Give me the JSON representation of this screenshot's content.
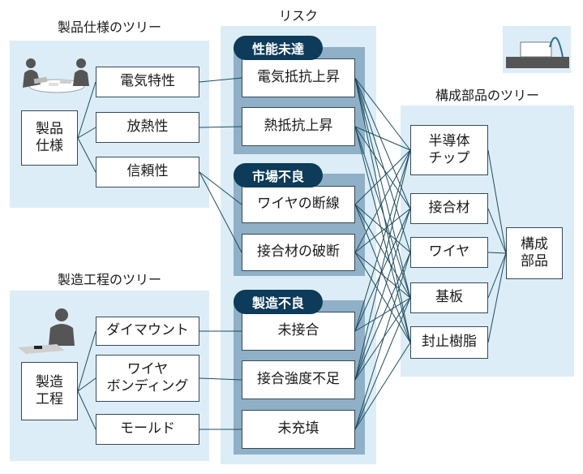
{
  "captions": {
    "spec_tree": "製品仕様のツリー",
    "risk": "リスク",
    "component_tree": "構成部品のツリー",
    "process_tree": "製造工程のツリー"
  },
  "spec": {
    "root": [
      "製品",
      "仕様"
    ],
    "items": [
      "電気特性",
      "放熱性",
      "信頼性"
    ]
  },
  "process": {
    "root": [
      "製造",
      "工程"
    ],
    "items": [
      [
        "ダイマウント"
      ],
      [
        "ワイヤ",
        "ボンディング"
      ],
      [
        "モールド"
      ]
    ]
  },
  "risk": {
    "groups": [
      {
        "label": "性能未達",
        "items": [
          "電気抵抗上昇",
          "熱抵抗上昇"
        ]
      },
      {
        "label": "市場不良",
        "items": [
          "ワイヤの断線",
          "接合材の破断"
        ]
      },
      {
        "label": "製造不良",
        "items": [
          "未接合",
          "接合強度不足",
          "未充填"
        ]
      }
    ]
  },
  "components": {
    "items": [
      [
        "半導体",
        "チップ"
      ],
      [
        "接合材"
      ],
      [
        "ワイヤ"
      ],
      [
        "基板"
      ],
      [
        "封止樹脂"
      ]
    ],
    "root": [
      "構成",
      "部品"
    ]
  },
  "icons": [
    "meeting-icon",
    "engineer-icon",
    "chip-package-icon"
  ],
  "colors": {
    "panel": "#dcedf7",
    "group": "#8fb0c7",
    "pill": "#0d3b59",
    "line": "#1f4d5f"
  }
}
